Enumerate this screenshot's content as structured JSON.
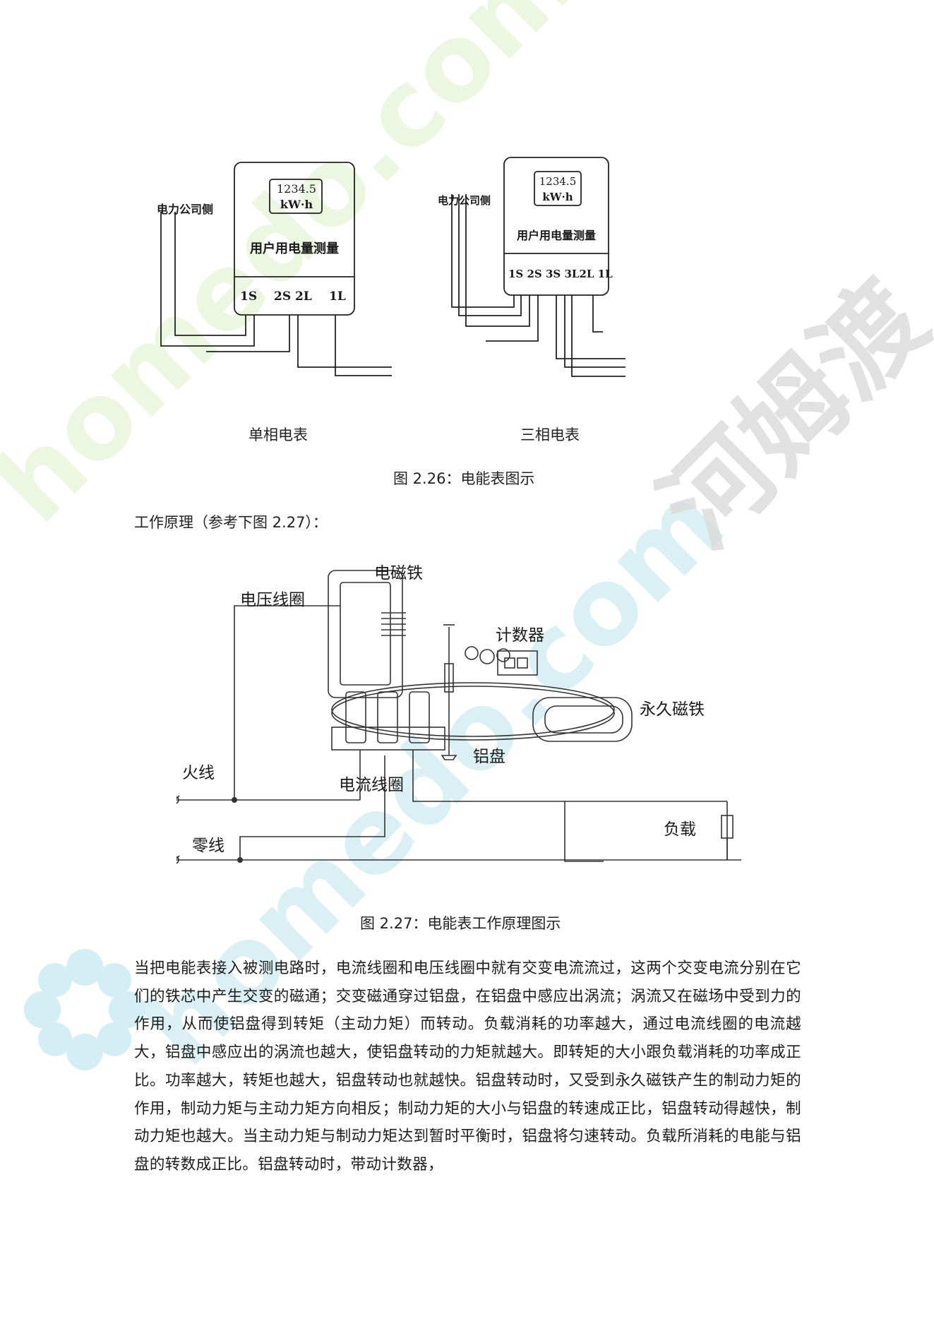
{
  "meter_diagram": {
    "single": {
      "reading": "1234.5",
      "unit": "kW·h",
      "title": "用户用电量测量",
      "side_label": "电力公司侧",
      "terminals": [
        "1S",
        "2S 2L",
        "1L"
      ],
      "caption": "单相电表"
    },
    "three": {
      "reading": "1234.5",
      "unit": "kW·h",
      "title": "用户用电量测量",
      "side_label": "电力公司侧",
      "terminals": "1S 2S 3S 3L2L 1L",
      "caption": "三相电表"
    },
    "figure_caption": "图 2.26：电能表图示"
  },
  "intro_text": "工作原理（参考下图 2.27）：",
  "principle_diagram": {
    "labels": {
      "electromagnet": "电磁铁",
      "voltage_coil": "电压线圈",
      "counter": "计数器",
      "permanent_magnet": "永久磁铁",
      "aluminum_disk": "铝盘",
      "live_wire": "火线",
      "current_coil": "电流线圈",
      "neutral_wire": "零线",
      "load": "负载"
    },
    "figure_caption": "图 2.27：电能表工作原理图示"
  },
  "paragraph": "当把电能表接入被测电路时，电流线圈和电压线圈中就有交变电流流过，这两个交变电流分别在它们的铁芯中产生交变的磁通；交变磁通穿过铝盘，在铝盘中感应出涡流；涡流又在磁场中受到力的作用，从而使铝盘得到转矩（主动力矩）而转动。负载消耗的功率越大，通过电流线圈的电流越大，铝盘中感应出的涡流也越大，使铝盘转动的力矩就越大。即转矩的大小跟负载消耗的功率成正比。功率越大，转矩也越大，铝盘转动也就越快。铝盘转动时，又受到永久磁铁产生的制动力矩的作用，制动力矩与主动力矩方向相反；制动力矩的大小与铝盘的转速成正比，铝盘转动得越快，制动力矩也越大。当主动力矩与制动力矩达到暂时平衡时，铝盘将匀速转动。负载所消耗的电能与铝盘的转数成正比。铝盘转动时，带动计数器，",
  "watermarks": {
    "text1": "homedo.com",
    "text2": "homedo.com",
    "cn": "河姆渡",
    "color_teal": "#bfe7ef",
    "color_green": "#e3f3cf",
    "color_grey": "#d9d9d9"
  }
}
